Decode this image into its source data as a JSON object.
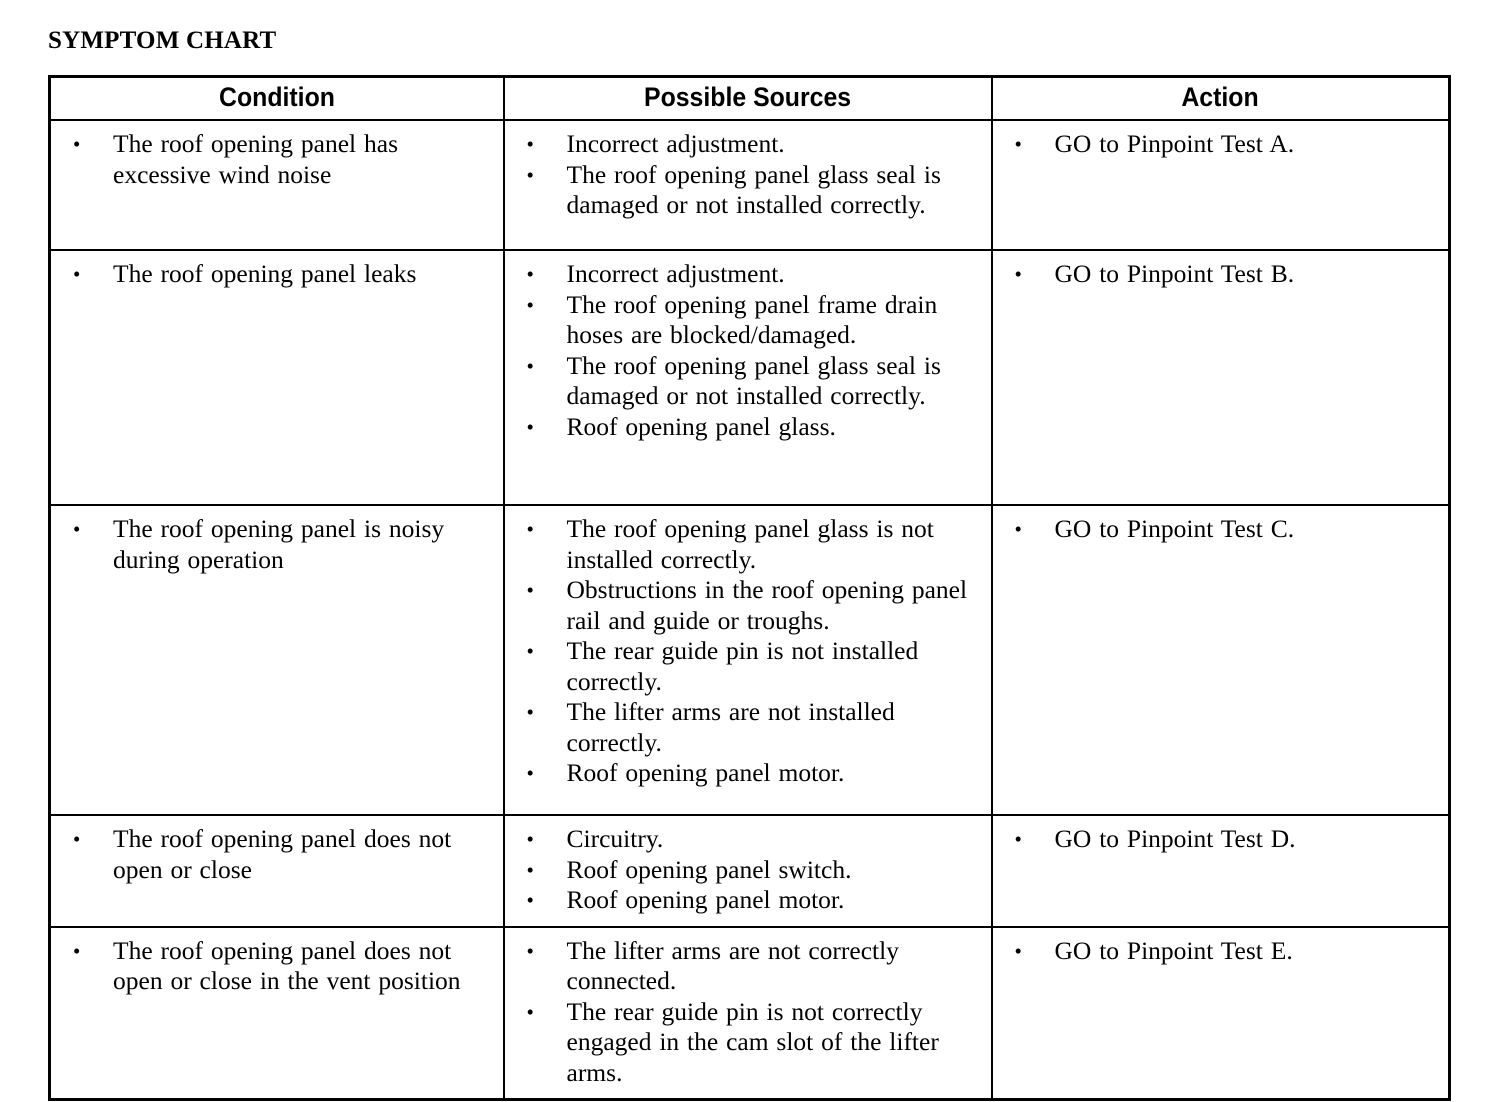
{
  "document": {
    "title": "SYMPTOM CHART"
  },
  "table": {
    "headers": {
      "condition": "Condition",
      "possible_sources": "Possible Sources",
      "action": "Action"
    },
    "rows": [
      {
        "condition": [
          "The roof opening panel has excessive wind noise"
        ],
        "possible_sources": [
          "Incorrect adjustment.",
          "The roof opening panel glass seal is damaged or not installed correctly."
        ],
        "action": [
          "GO to Pinpoint Test A."
        ]
      },
      {
        "condition": [
          "The roof opening panel leaks"
        ],
        "possible_sources": [
          "Incorrect adjustment.",
          "The roof opening panel frame drain hoses are blocked/damaged.",
          "The roof opening panel glass seal is damaged or not installed correctly.",
          "Roof opening panel glass."
        ],
        "action": [
          "GO to Pinpoint Test B."
        ]
      },
      {
        "condition": [
          "The roof opening panel is noisy during operation"
        ],
        "possible_sources": [
          "The roof opening panel glass is not installed correctly.",
          "Obstructions in the roof opening panel rail and guide or troughs.",
          "The rear guide pin is not installed correctly.",
          "The lifter arms are not installed correctly.",
          "Roof opening panel motor."
        ],
        "action": [
          "GO to Pinpoint Test C."
        ]
      },
      {
        "condition": [
          "The roof opening panel does not open or close"
        ],
        "possible_sources": [
          "Circuitry.",
          "Roof opening panel switch.",
          "Roof opening panel motor."
        ],
        "action": [
          "GO to Pinpoint Test D."
        ]
      },
      {
        "condition": [
          "The roof opening panel does not open or close in the vent position"
        ],
        "possible_sources": [
          "The lifter arms are not correctly connected.",
          "The rear guide pin is not correctly engaged in the cam slot of the lifter arms."
        ],
        "action": [
          "GO to Pinpoint Test E."
        ]
      }
    ]
  },
  "colors": {
    "text": "#000000",
    "background": "#ffffff",
    "border": "#000000"
  }
}
